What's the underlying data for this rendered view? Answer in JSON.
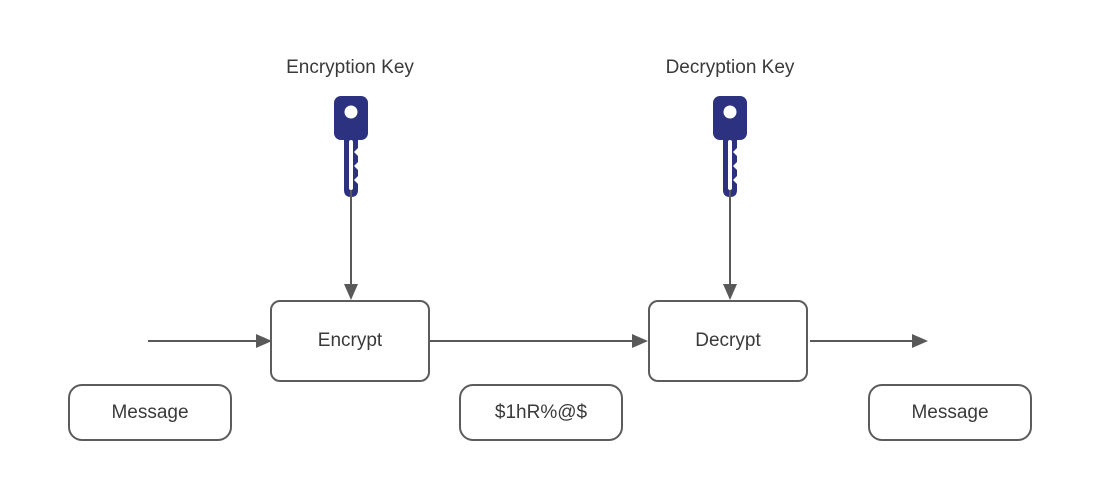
{
  "diagram": {
    "title": "symmetric-encryption-flow",
    "colors": {
      "key_blue": "#2c3180",
      "stroke_gray": "#5c5c5c",
      "arrow_gray": "#595959",
      "text_gray": "#3a3a3a",
      "background": "#ffffff"
    },
    "labels": {
      "encryption_key": "Encryption Key",
      "decryption_key": "Decryption Key"
    },
    "nodes": {
      "encrypt": "Encrypt",
      "decrypt": "Decrypt",
      "message_in": "Message",
      "ciphertext": "$1hR%@$",
      "message_out": "Message"
    },
    "icons": {
      "encryption_key_icon": "key-icon",
      "decryption_key_icon": "key-icon"
    },
    "arrows": {
      "input_to_encrypt": "arrow-right",
      "encrypt_to_decrypt": "arrow-right",
      "decrypt_to_output": "arrow-right",
      "encryption_key_to_encrypt": "arrow-down",
      "decryption_key_to_decrypt": "arrow-down"
    }
  }
}
